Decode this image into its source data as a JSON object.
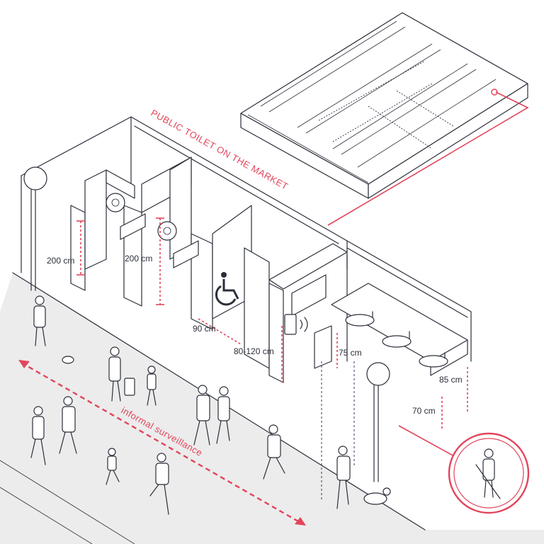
{
  "title": "PUBLIC TOILET ON THE MARKET",
  "annotations": {
    "surveillance": "informal surveillance"
  },
  "measurements": {
    "stall_height_left": "200 cm",
    "stall_height_mid": "200 cm",
    "door_width": "90 cm",
    "rail_height": "80-120 cm",
    "bin_height": "75 cm",
    "counter_height_high": "85 cm",
    "counter_height_low": "70 cm"
  },
  "colors": {
    "accent": "#e2455b",
    "line": "#2b2f3a",
    "sidewalk": "#ececec",
    "dimension": "#2b3a6b"
  },
  "icons": [
    "wheelchair-icon",
    "street-lamp-icon",
    "toilet-paper-icon",
    "hand-dryer-icon",
    "cleaner-icon"
  ]
}
